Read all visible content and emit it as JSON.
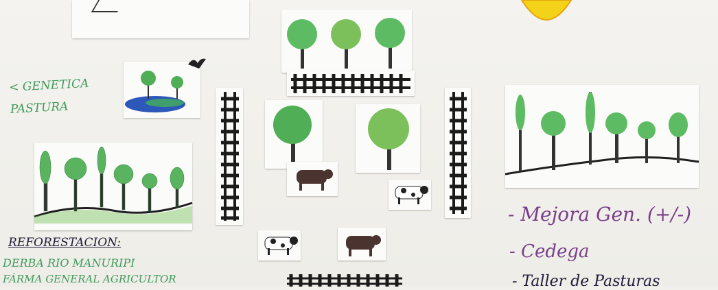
{
  "annotations": {
    "genetics": "< GENETICA PASTURA",
    "reforestation": "REFORESTACION:",
    "river_line": "DERBA RIO MANURIPI",
    "farm_line": "FÁRMA GENERAL AGRICULTOR",
    "note_1": "- Mejora Gen. (+/-)",
    "note_2": "- Cedega",
    "note_3": "- Taller de Pasturas"
  },
  "colors": {
    "tree_green": "#5dbb63",
    "dark_green": "#2f7a3a",
    "water_blue": "#2d57b8",
    "sun_yellow": "#f5d21a",
    "fence_black": "#1b1b1b",
    "cow_brown": "#4b3330"
  },
  "icons": [
    "sun-icon",
    "bird-icon",
    "tree-icon",
    "fence-icon",
    "cow-icon",
    "pasture-scene",
    "reforestation-scene"
  ]
}
